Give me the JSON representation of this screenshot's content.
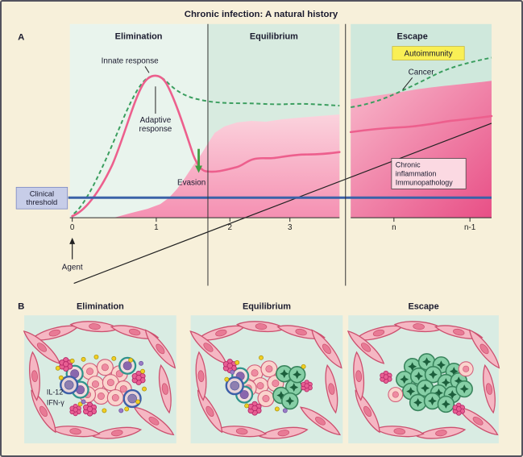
{
  "title": "Chronic infection: A natural history",
  "panel_a": {
    "label": "A",
    "phase_headers": [
      "Elimination",
      "Equilibrium",
      "Escape"
    ],
    "innate_label": "Innate response",
    "adaptive_label_lines": [
      "Adaptive",
      "response"
    ],
    "evasion_label": "Evasion",
    "autoimmunity_label": "Autoimmunity",
    "cancer_label": "Cancer",
    "chronic_box_lines": [
      "Chronic",
      "inflammation",
      "Immunopathology"
    ],
    "clinical_threshold_lines": [
      "Clinical",
      "threshold"
    ],
    "agent_label": "Agent",
    "x_ticks": [
      "0",
      "1",
      "2",
      "3",
      "n",
      "n-1"
    ]
  },
  "panel_b": {
    "label": "B",
    "phase_headers": [
      "Elimination",
      "Equilibrium",
      "Escape"
    ],
    "cytokine_labels": [
      "IL-12",
      "IFN-γ"
    ]
  },
  "colors": {
    "background": "#f7f0da",
    "elimination_band": "#e9f4ed",
    "equilibrium_band": "#d8ebe0",
    "escape_band": "#cfe8dc",
    "adaptive_pink": "#ed5f8d",
    "innate_green": "#3b9e5f",
    "threshold_blue": "#3a62a8",
    "autoimmunity_yellow": "#f9ef55",
    "panel_b_background": "#d9ece3"
  }
}
